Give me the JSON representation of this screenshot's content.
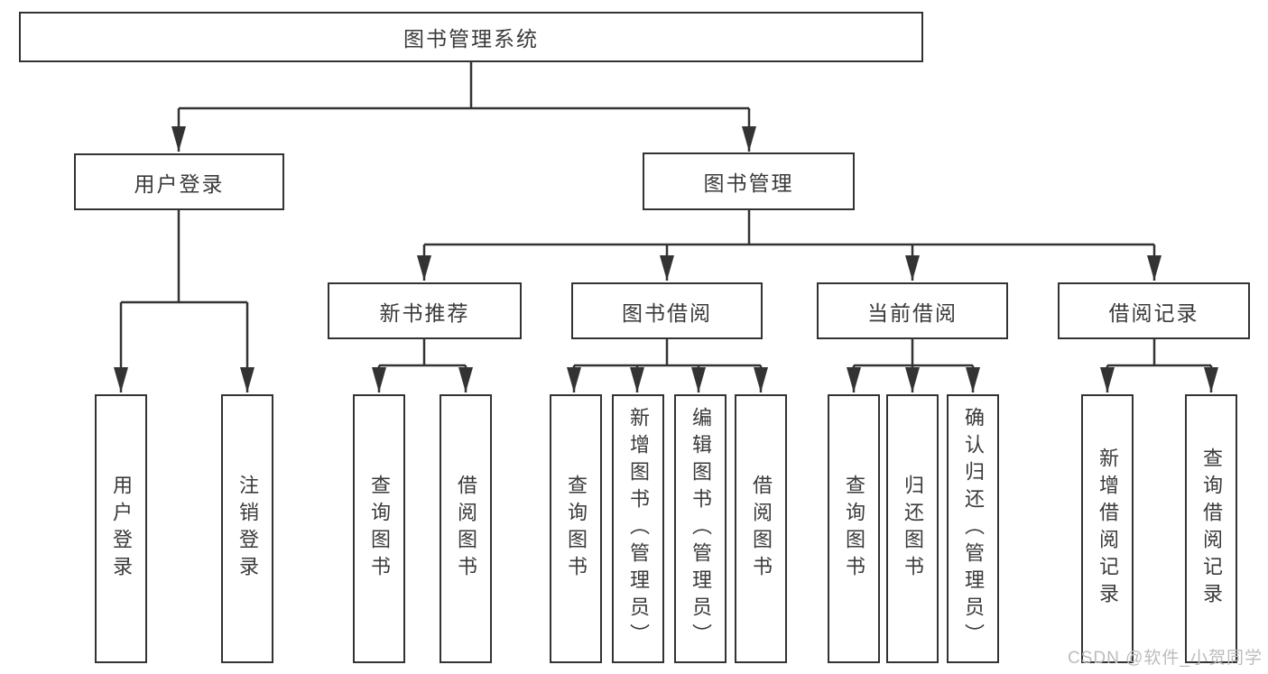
{
  "diagram_title": "图书管理系统",
  "tree": {
    "root": {
      "label": "图书管理系统"
    },
    "branches": [
      {
        "label": "用户登录",
        "children": [
          {
            "label": "用户登录"
          },
          {
            "label": "注销登录"
          }
        ]
      },
      {
        "label": "图书管理",
        "groups": [
          {
            "label": "新书推荐",
            "children": [
              {
                "label": "查询图书"
              },
              {
                "label": "借阅图书"
              }
            ]
          },
          {
            "label": "图书借阅",
            "children": [
              {
                "label": "查询图书"
              },
              {
                "label": "新增图书（管理员）"
              },
              {
                "label": "编辑图书（管理员）"
              },
              {
                "label": "借阅图书"
              }
            ]
          },
          {
            "label": "当前借阅",
            "children": [
              {
                "label": "查询图书"
              },
              {
                "label": "归还图书"
              },
              {
                "label": "确认归还（管理员）"
              }
            ]
          },
          {
            "label": "借阅记录",
            "children": [
              {
                "label": "新增借阅记录"
              },
              {
                "label": "查询借阅记录"
              }
            ]
          }
        ]
      }
    ]
  },
  "watermark": {
    "text": "CSDN @软件_小贺同学"
  },
  "colors": {
    "line": "#333333",
    "text": "#3a3a3a",
    "watermark": "#bcbcbc",
    "background": "#ffffff"
  }
}
